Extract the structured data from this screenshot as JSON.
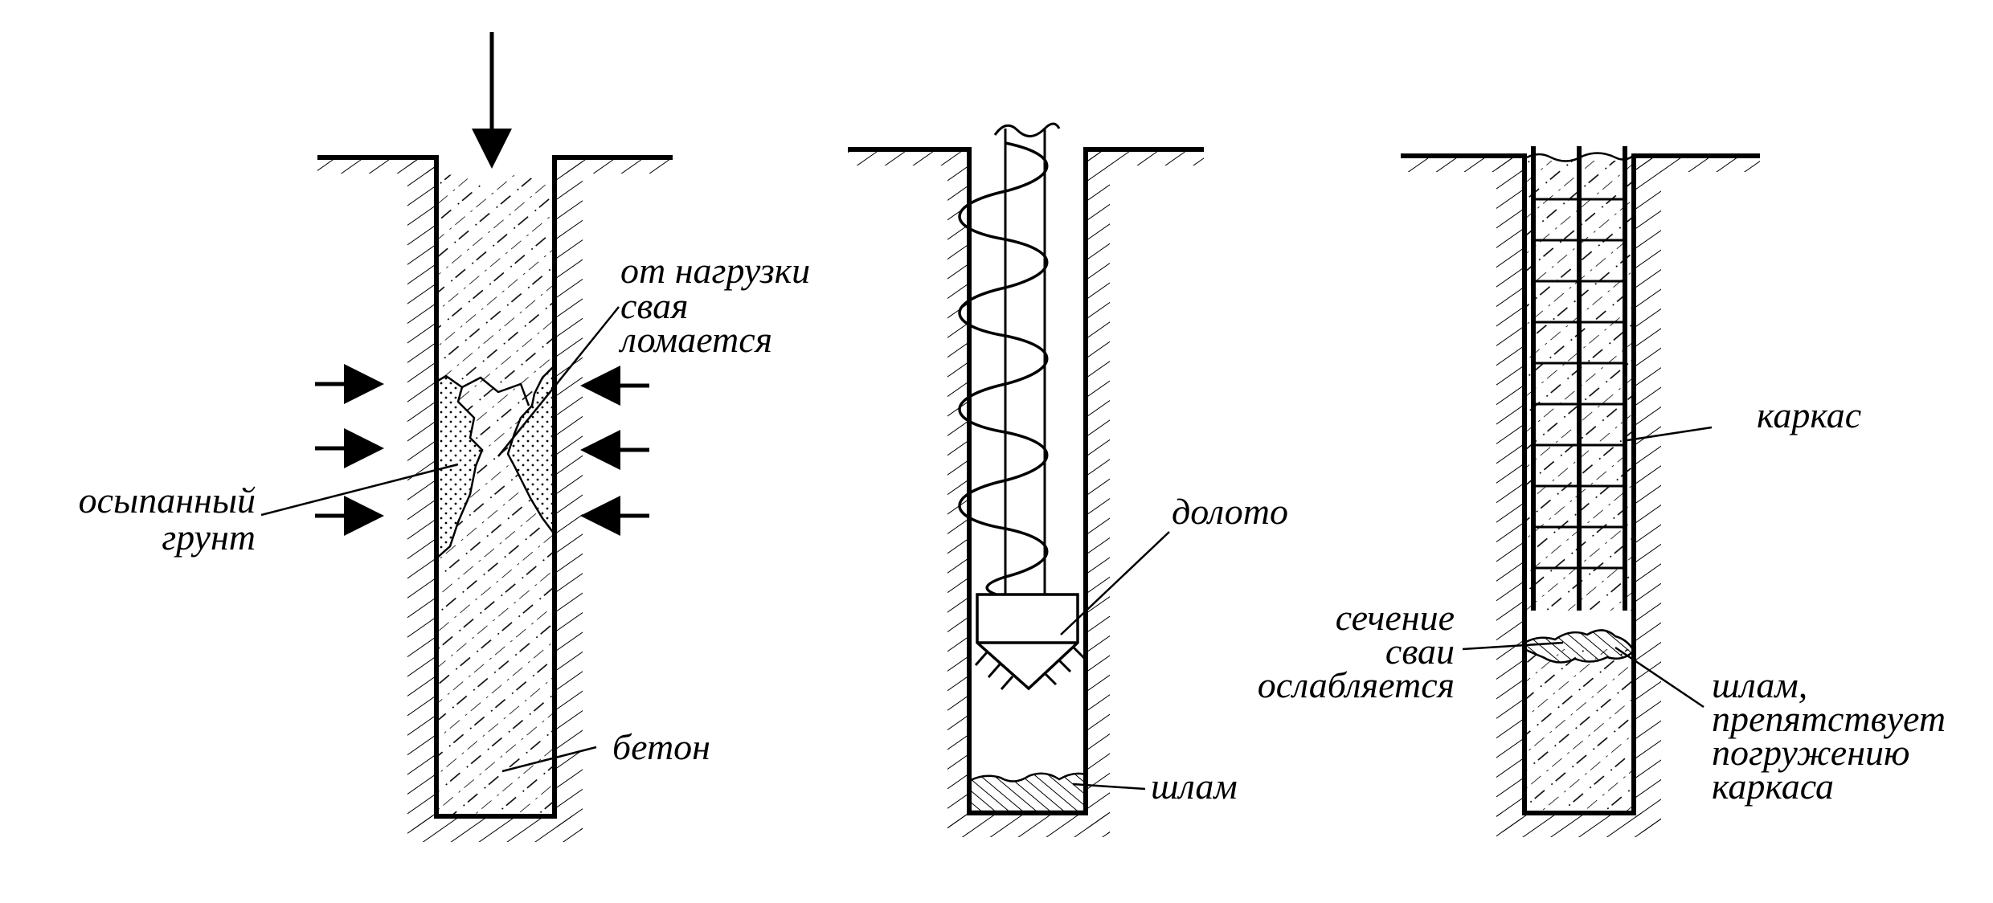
{
  "figure": {
    "left_pile": {
      "label_break": [
        "от нагрузки",
        "свая",
        "ломается"
      ],
      "label_soil": [
        "осыпанный",
        "грунт"
      ],
      "label_concrete": "бетон"
    },
    "middle_pile": {
      "label_bit": "долото",
      "label_sludge": "шлам"
    },
    "right_pile": {
      "label_cage": "каркас",
      "label_section": [
        "сечение",
        "сваи",
        "ослабляется"
      ],
      "label_sludge": [
        "шлам,",
        "препятствует",
        "погружению",
        "каркаса"
      ]
    }
  }
}
